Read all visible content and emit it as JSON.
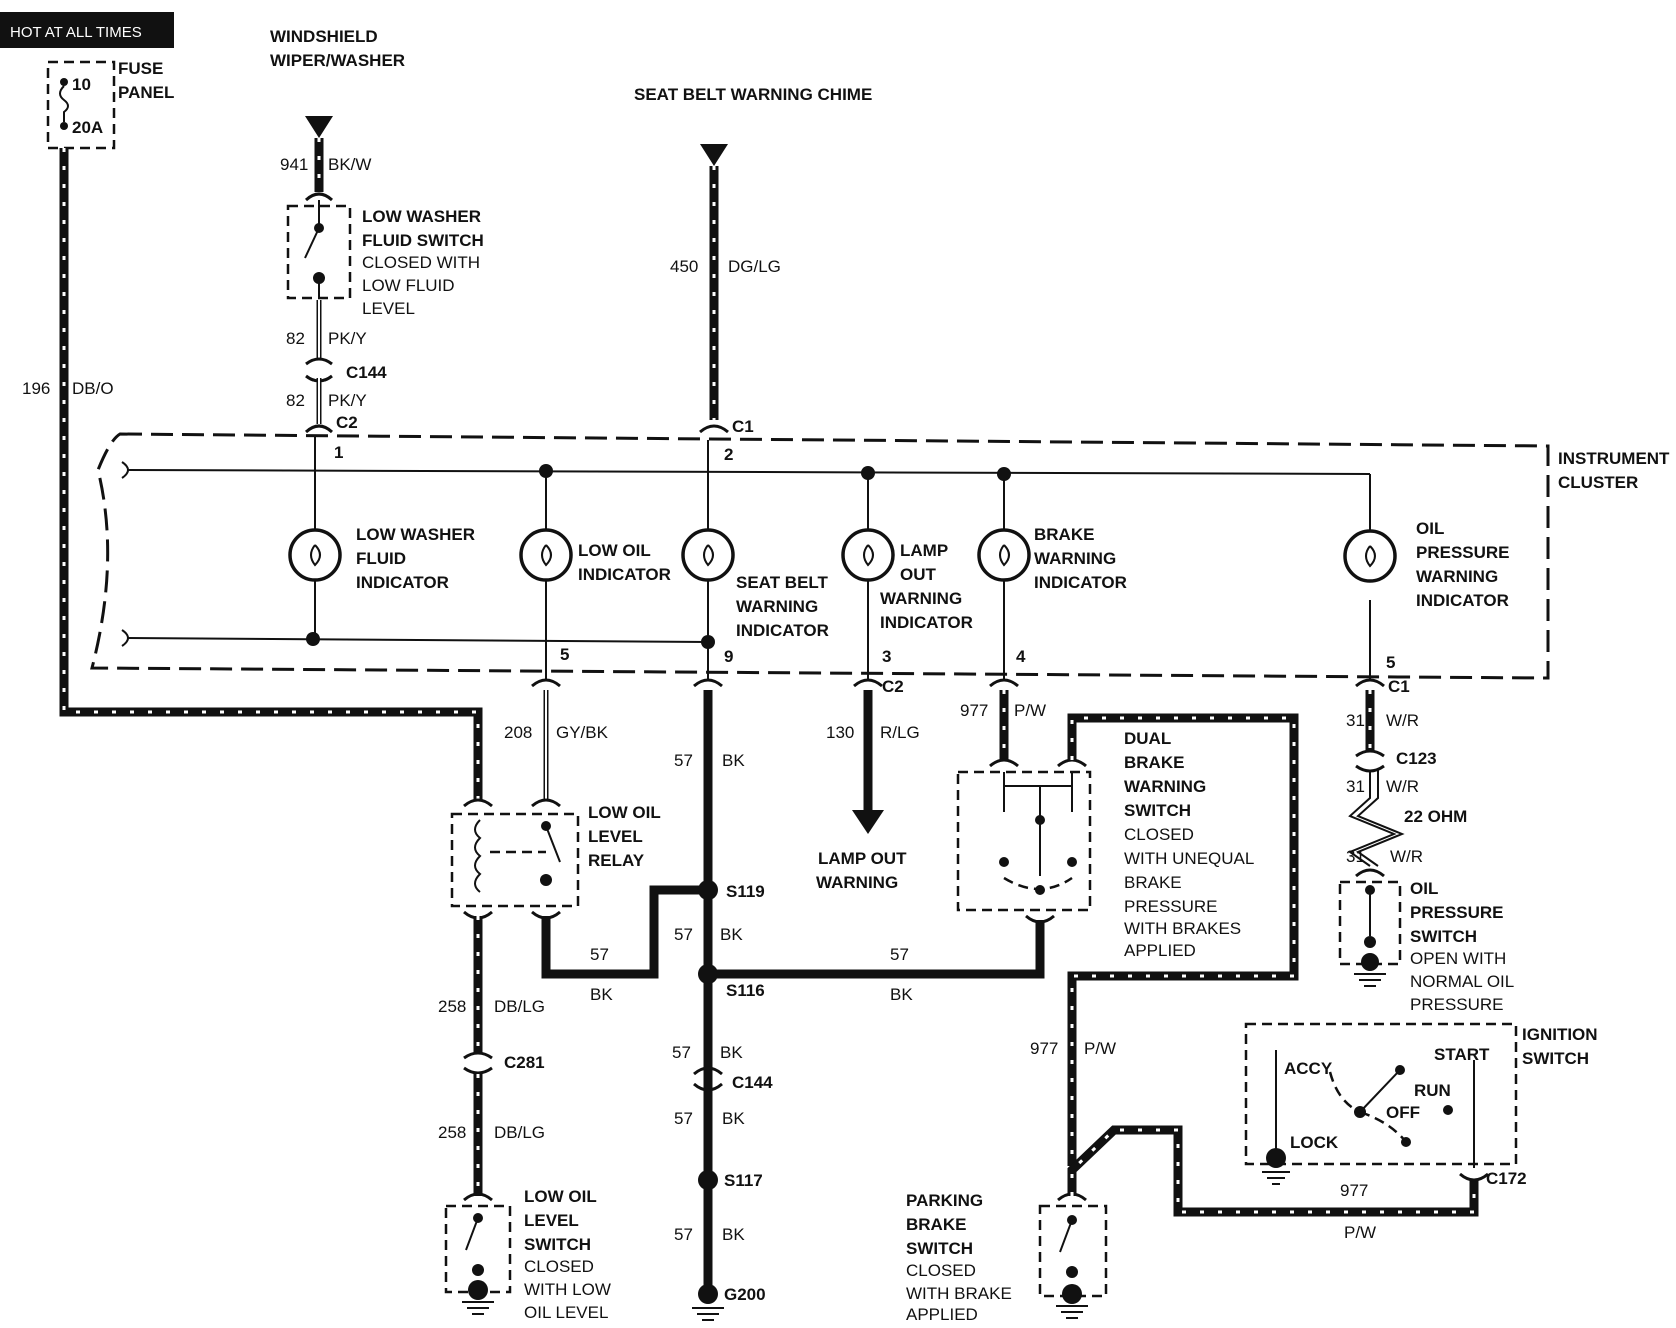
{
  "banner": "HOT AT ALL TIMES",
  "fuse": {
    "label": "FUSE PANEL",
    "number": "10",
    "rating": "20A"
  },
  "sources": {
    "wiper": "WINDSHIELD WIPER/WASHER",
    "chime": "SEAT BELT WARNING CHIME"
  },
  "wires": {
    "w941": {
      "num": "941",
      "color": "BK/W"
    },
    "w82a": {
      "num": "82",
      "color": "PK/Y"
    },
    "w82b": {
      "num": "82",
      "color": "PK/Y"
    },
    "w450": {
      "num": "450",
      "color": "DG/LG"
    },
    "w196": {
      "num": "196",
      "color": "DB/O"
    },
    "w208": {
      "num": "208",
      "color": "GY/BK"
    },
    "w57a": {
      "num": "57",
      "color": "BK"
    },
    "w130": {
      "num": "130",
      "color": "R/LG"
    },
    "w977a": {
      "num": "977",
      "color": "P/W"
    },
    "w31a": {
      "num": "31",
      "color": "W/R"
    },
    "w31b": {
      "num": "31",
      "color": "W/R"
    },
    "w31c": {
      "num": "31",
      "color": "W/R"
    },
    "w57b": {
      "num": "57",
      "color": "BK"
    },
    "w57c": {
      "num": "57",
      "color": "BK"
    },
    "w258a": {
      "num": "258",
      "color": "DB/LG"
    },
    "w258b": {
      "num": "258",
      "color": "DB/LG"
    },
    "w57d": {
      "num": "57",
      "color": "BK"
    },
    "w57e": {
      "num": "57",
      "color": "BK"
    },
    "w57f": {
      "num": "57",
      "color": "BK"
    },
    "w57g": {
      "num": "57",
      "color": "BK"
    },
    "w977b": {
      "num": "977",
      "color": "P/W"
    },
    "w977c": {
      "num": "977",
      "color": "P/W"
    }
  },
  "connectors": {
    "c144a": "C144",
    "c2top": "C2",
    "c1top": "C1",
    "c2bot": "C2",
    "c1bot": "C1",
    "c123": "C123",
    "c281": "C281",
    "c144b": "C144",
    "c172": "C172"
  },
  "splices": {
    "s119": "S119",
    "s116": "S116",
    "s117": "S117",
    "g200": "G200"
  },
  "pins": {
    "p1": "1",
    "p2": "2",
    "p5a": "5",
    "p9": "9",
    "p3": "3",
    "p4": "4",
    "p5b": "5"
  },
  "cluster": {
    "label": "INSTRUMENT CLUSTER"
  },
  "indicators": {
    "washer": [
      "LOW WASHER",
      "FLUID",
      "INDICATOR"
    ],
    "oil": [
      "LOW OIL",
      "INDICATOR"
    ],
    "seatbelt": [
      "SEAT BELT",
      "WARNING",
      "INDICATOR"
    ],
    "lampout": [
      "LAMP",
      "OUT",
      "WARNING",
      "INDICATOR"
    ],
    "brake": [
      "BRAKE",
      "WARNING",
      "INDICATOR"
    ],
    "oilpress": [
      "OIL",
      "PRESSURE",
      "WARNING",
      "INDICATOR"
    ]
  },
  "components": {
    "washerSwitchTitle": [
      "LOW WASHER",
      "FLUID SWITCH"
    ],
    "washerSwitchDesc": [
      "CLOSED WITH",
      "LOW FLUID",
      "LEVEL"
    ],
    "relay": [
      "LOW OIL",
      "LEVEL",
      "RELAY"
    ],
    "lampOut": [
      "LAMP OUT",
      "WARNING"
    ],
    "dualBrakeTitle": [
      "DUAL",
      "BRAKE",
      "WARNING",
      "SWITCH"
    ],
    "dualBrakeDesc": [
      "CLOSED",
      "WITH UNEQUAL",
      "BRAKE",
      "PRESSURE",
      "WITH BRAKES",
      "APPLIED"
    ],
    "resistor": "22 OHM",
    "oilPressTitle": [
      "OIL",
      "PRESSURE",
      "SWITCH"
    ],
    "oilPressDesc": [
      "OPEN WITH",
      "NORMAL OIL",
      "PRESSURE"
    ],
    "oilLevelTitle": [
      "LOW OIL",
      "LEVEL",
      "SWITCH"
    ],
    "oilLevelDesc": [
      "CLOSED",
      "WITH LOW",
      "OIL LEVEL"
    ],
    "parkTitle": [
      "PARKING",
      "BRAKE",
      "SWITCH"
    ],
    "parkDesc": [
      "CLOSED",
      "WITH BRAKE",
      "APPLIED"
    ],
    "ignition": {
      "title": [
        "IGNITION",
        "SWITCH"
      ],
      "accy": "ACCY",
      "start": "START",
      "run": "RUN",
      "off": "OFF",
      "lock": "LOCK"
    }
  }
}
